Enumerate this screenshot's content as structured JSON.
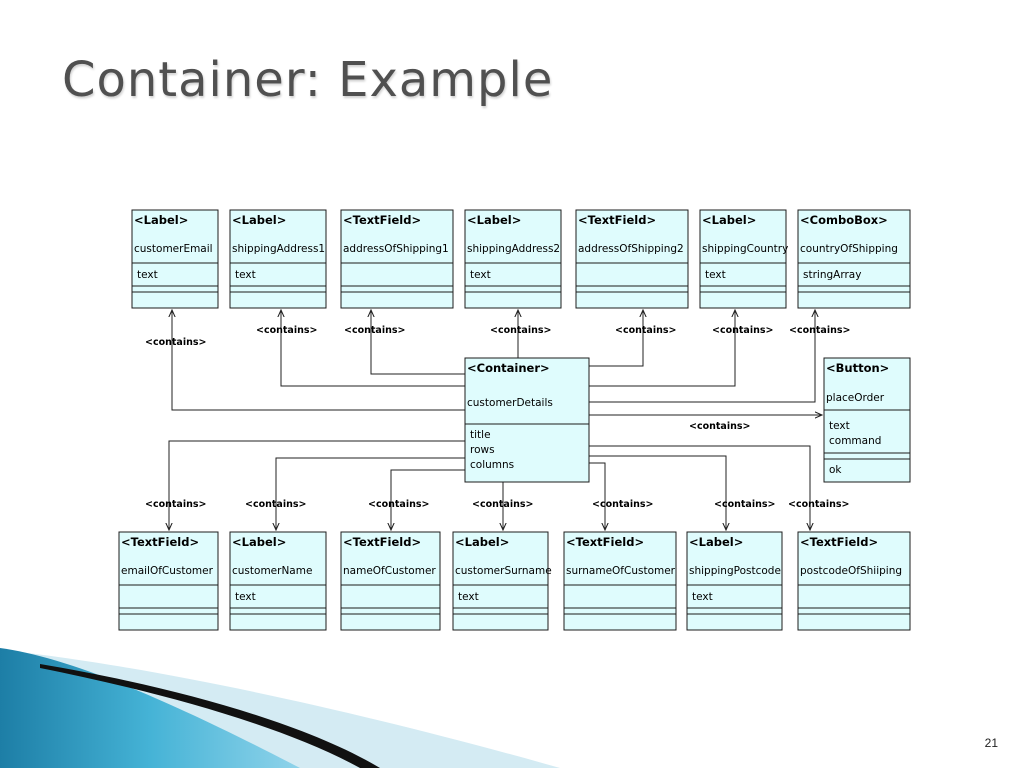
{
  "slide": {
    "title": "Container: Example",
    "page_number": "21"
  },
  "contains_label": "<contains>",
  "container": {
    "stereotype": "<Container>",
    "name": "customerDetails",
    "attributes": [
      "title",
      "rows",
      "columns"
    ]
  },
  "top_elements": [
    {
      "stereotype": "<Label>",
      "name": "customerEmail",
      "attributes": [
        "text"
      ]
    },
    {
      "stereotype": "<Label>",
      "name": "shippingAddress1",
      "attributes": [
        "text"
      ]
    },
    {
      "stereotype": "<TextField>",
      "name": "addressOfShipping1",
      "attributes": []
    },
    {
      "stereotype": "<Label>",
      "name": "shippingAddress2",
      "attributes": [
        "text"
      ]
    },
    {
      "stereotype": "<TextField>",
      "name": "addressOfShipping2",
      "attributes": []
    },
    {
      "stereotype": "<Label>",
      "name": "shippingCountry",
      "attributes": [
        "text"
      ]
    },
    {
      "stereotype": "<ComboBox>",
      "name": "countryOfShipping",
      "attributes": [
        "stringArray"
      ]
    }
  ],
  "button": {
    "stereotype": "<Button>",
    "name": "placeOrder",
    "attributes": [
      "text",
      "command"
    ],
    "operations": [
      "ok"
    ]
  },
  "bottom_elements": [
    {
      "stereotype": "<TextField>",
      "name": "emailOfCustomer",
      "attributes": []
    },
    {
      "stereotype": "<Label>",
      "name": "customerName",
      "attributes": [
        "text"
      ]
    },
    {
      "stereotype": "<TextField>",
      "name": "nameOfCustomer",
      "attributes": []
    },
    {
      "stereotype": "<Label>",
      "name": "customerSurname",
      "attributes": [
        "text"
      ]
    },
    {
      "stereotype": "<TextField>",
      "name": "surnameOfCustomer",
      "attributes": []
    },
    {
      "stereotype": "<Label>",
      "name": "shippingPostcode",
      "attributes": [
        "text"
      ]
    },
    {
      "stereotype": "<TextField>",
      "name": "postcodeOfShiiping",
      "attributes": []
    }
  ],
  "colors": {
    "box_fill": "#dffcfd",
    "box_stroke": "#1c1c1c",
    "title_text": "#505050",
    "decor_blue": "#3aa6c8",
    "decor_light": "#cfe9f2"
  }
}
